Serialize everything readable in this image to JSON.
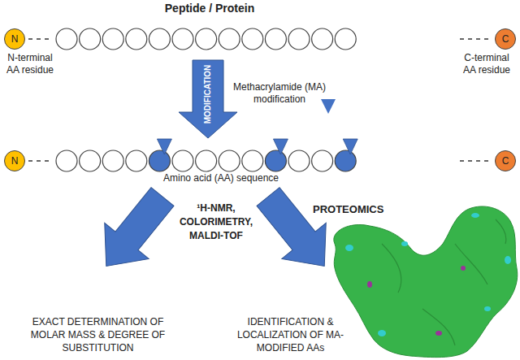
{
  "diagram": {
    "title": "Peptide / Protein",
    "nodes": [
      {
        "text": [
          "N"
        ]
      },
      {
        "text": [
          "C"
        ]
      },
      {
        "text": [
          "N"
        ]
      },
      {
        "text": [
          "C"
        ]
      }
    ],
    "labels": [
      "N-terminal AA residue",
      "C-terminal AA residue",
      "MODIFICATION",
      "Methacrylamide (MA) modification",
      "Amino acid (AA) sequence",
      "¹H-NMR, COLORIMETRY, MALDI-TOF",
      "PROTEOMICS",
      "EXACT DETERMINATION OF MOLAR MASS & DEGREE OF SUBSTITUTION",
      "IDENTIFICATION & LOCALIZATION OF MA-MODIFIED AAs"
    ]
  }
}
